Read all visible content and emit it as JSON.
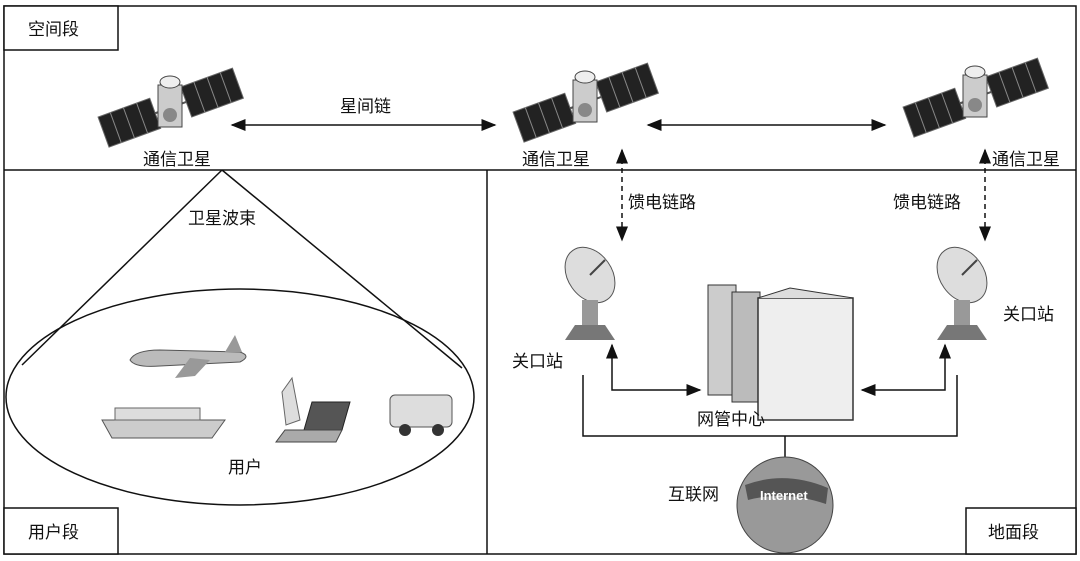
{
  "segments": {
    "space": "空间段",
    "user": "用户段",
    "ground": "地面段"
  },
  "satellites": [
    "通信卫星",
    "通信卫星",
    "通信卫星"
  ],
  "inter_satellite_link": "星间链",
  "satellite_beam": "卫星波束",
  "feeder_links": [
    "馈电链路",
    "馈电链路"
  ],
  "gateways": [
    "关口站",
    "关口站"
  ],
  "network_center": "网管中心",
  "users": "用户",
  "internet": "互联网",
  "internet_logo": "Internet"
}
